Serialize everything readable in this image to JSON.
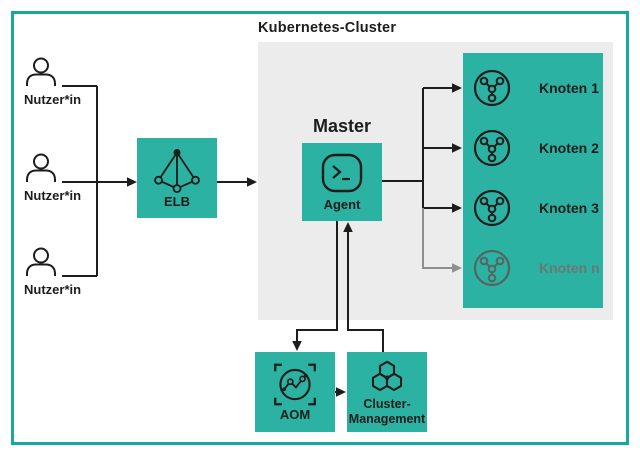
{
  "diagram": {
    "cluster": {
      "label": "Kubernetes-Cluster"
    },
    "users": [
      {
        "label": "Nutzer*in"
      },
      {
        "label": "Nutzer*in"
      },
      {
        "label": "Nutzer*in"
      }
    ],
    "elb": {
      "label": "ELB"
    },
    "master": {
      "title": "Master",
      "agent_label": "Agent"
    },
    "nodes": [
      {
        "label": "Knoten 1",
        "state": "active"
      },
      {
        "label": "Knoten 2",
        "state": "active"
      },
      {
        "label": "Knoten 3",
        "state": "active"
      },
      {
        "label": "Knoten n",
        "state": "inactive"
      }
    ],
    "aom": {
      "label": "AOM"
    },
    "cluster_management": {
      "label_line1": "Cluster-",
      "label_line2": "Management"
    },
    "icons": {
      "user": "person-icon",
      "elb": "load-balancer-tetrahedron-icon",
      "agent": "terminal-icon",
      "node": "molecule-node-icon",
      "aom": "monitoring-chart-icon",
      "cluster_management": "hexagon-cluster-icon"
    },
    "colors": {
      "teal": "#2bb2a2",
      "frame_border": "#17a89f",
      "cluster_bg": "#ececec",
      "ink": "#1d1d1b",
      "inactive_text": "#6b7873",
      "inactive_stroke": "#566461",
      "inactive_line": "#8f8f8f"
    }
  }
}
